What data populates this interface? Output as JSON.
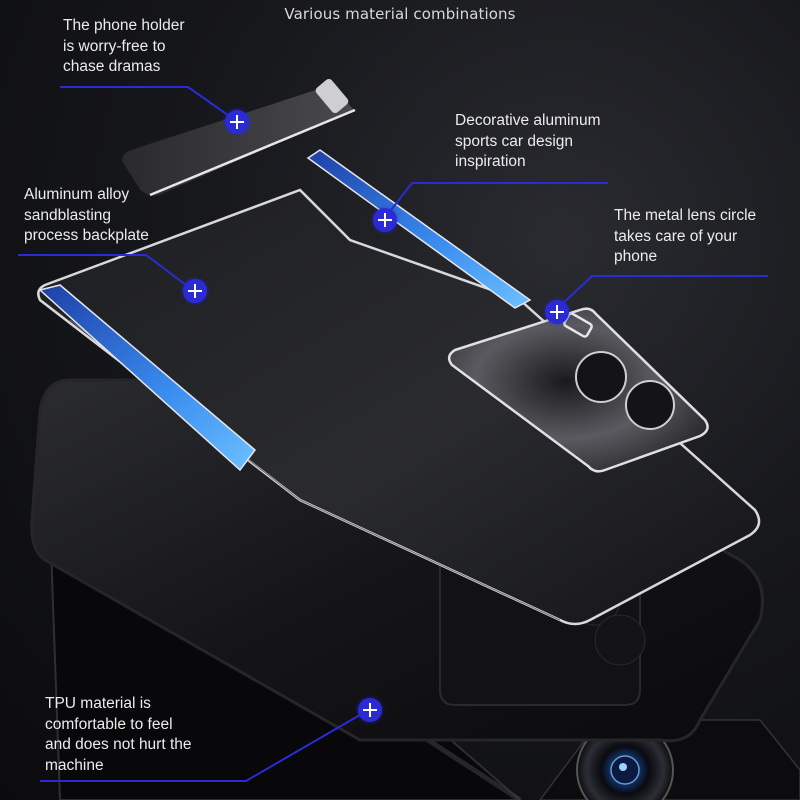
{
  "title": "Various material combinations",
  "accent_color": "#2b2bd6",
  "callouts": [
    {
      "id": "phone-holder",
      "text": "The phone holder\nis worry-free to\nchase dramas",
      "marker_icon": "plus-icon"
    },
    {
      "id": "decorative-aluminum",
      "text": "Decorative aluminum\nsports car design\ninspiration",
      "marker_icon": "plus-icon"
    },
    {
      "id": "aluminum-backplate",
      "text": "Aluminum alloy\nsandblasting\nprocess backplate",
      "marker_icon": "plus-icon"
    },
    {
      "id": "metal-lens-circle",
      "text": "The metal lens circle\ntakes care of your\nphone",
      "marker_icon": "plus-icon"
    },
    {
      "id": "tpu-material",
      "text": "TPU material is\ncomfortable to feel\nand does not hurt the\nmachine",
      "marker_icon": "plus-icon"
    }
  ],
  "product_parts": [
    "phone-holder-stand",
    "blue-aluminum-strip",
    "aluminum-backplate-frame",
    "metal-lens-cover-plate",
    "tpu-case",
    "phone-body-camera"
  ]
}
